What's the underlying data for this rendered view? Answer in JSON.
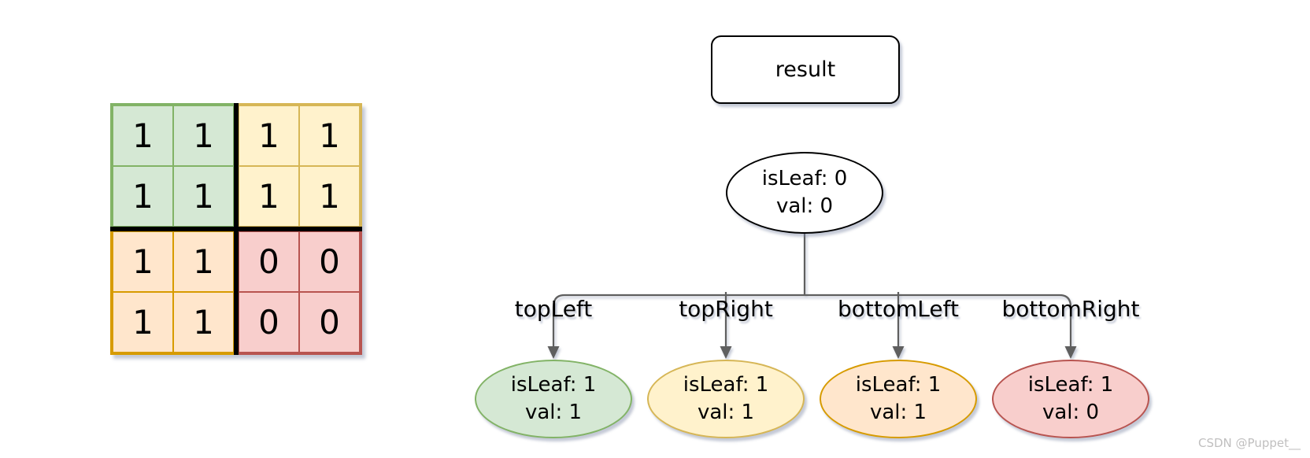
{
  "grid": {
    "rows": [
      [
        1,
        1,
        1,
        1
      ],
      [
        1,
        1,
        1,
        1
      ],
      [
        1,
        1,
        0,
        0
      ],
      [
        1,
        1,
        0,
        0
      ]
    ],
    "quadrants": [
      {
        "name": "topLeft",
        "fill": "#d5e8d4",
        "stroke": "#82b366"
      },
      {
        "name": "topRight",
        "fill": "#fff2cc",
        "stroke": "#d6b656"
      },
      {
        "name": "bottomLeft",
        "fill": "#ffe6cc",
        "stroke": "#d79b00"
      },
      {
        "name": "bottomRight",
        "fill": "#f8cecc",
        "stroke": "#b85450"
      }
    ],
    "divider_color": "#000000"
  },
  "tree": {
    "result_label": "result",
    "root": {
      "isLeaf_text": "isLeaf: 0",
      "val_text": "val: 0",
      "isLeaf": 0,
      "val": 0
    },
    "children": [
      {
        "edge_label": "topLeft",
        "isLeaf_text": "isLeaf: 1",
        "val_text": "val: 1",
        "isLeaf": 1,
        "val": 1,
        "fill": "#d5e8d4",
        "stroke": "#82b366"
      },
      {
        "edge_label": "topRight",
        "isLeaf_text": "isLeaf: 1",
        "val_text": "val: 1",
        "isLeaf": 1,
        "val": 1,
        "fill": "#fff2cc",
        "stroke": "#d6b656"
      },
      {
        "edge_label": "bottomLeft",
        "isLeaf_text": "isLeaf: 1",
        "val_text": "val: 1",
        "isLeaf": 1,
        "val": 1,
        "fill": "#ffe6cc",
        "stroke": "#d79b00"
      },
      {
        "edge_label": "bottomRight",
        "isLeaf_text": "isLeaf: 1",
        "val_text": "val: 0",
        "isLeaf": 1,
        "val": 0,
        "fill": "#f8cecc",
        "stroke": "#b85450"
      }
    ],
    "connector_color": "#5f5f5f"
  },
  "watermark": "CSDN @Puppet__"
}
